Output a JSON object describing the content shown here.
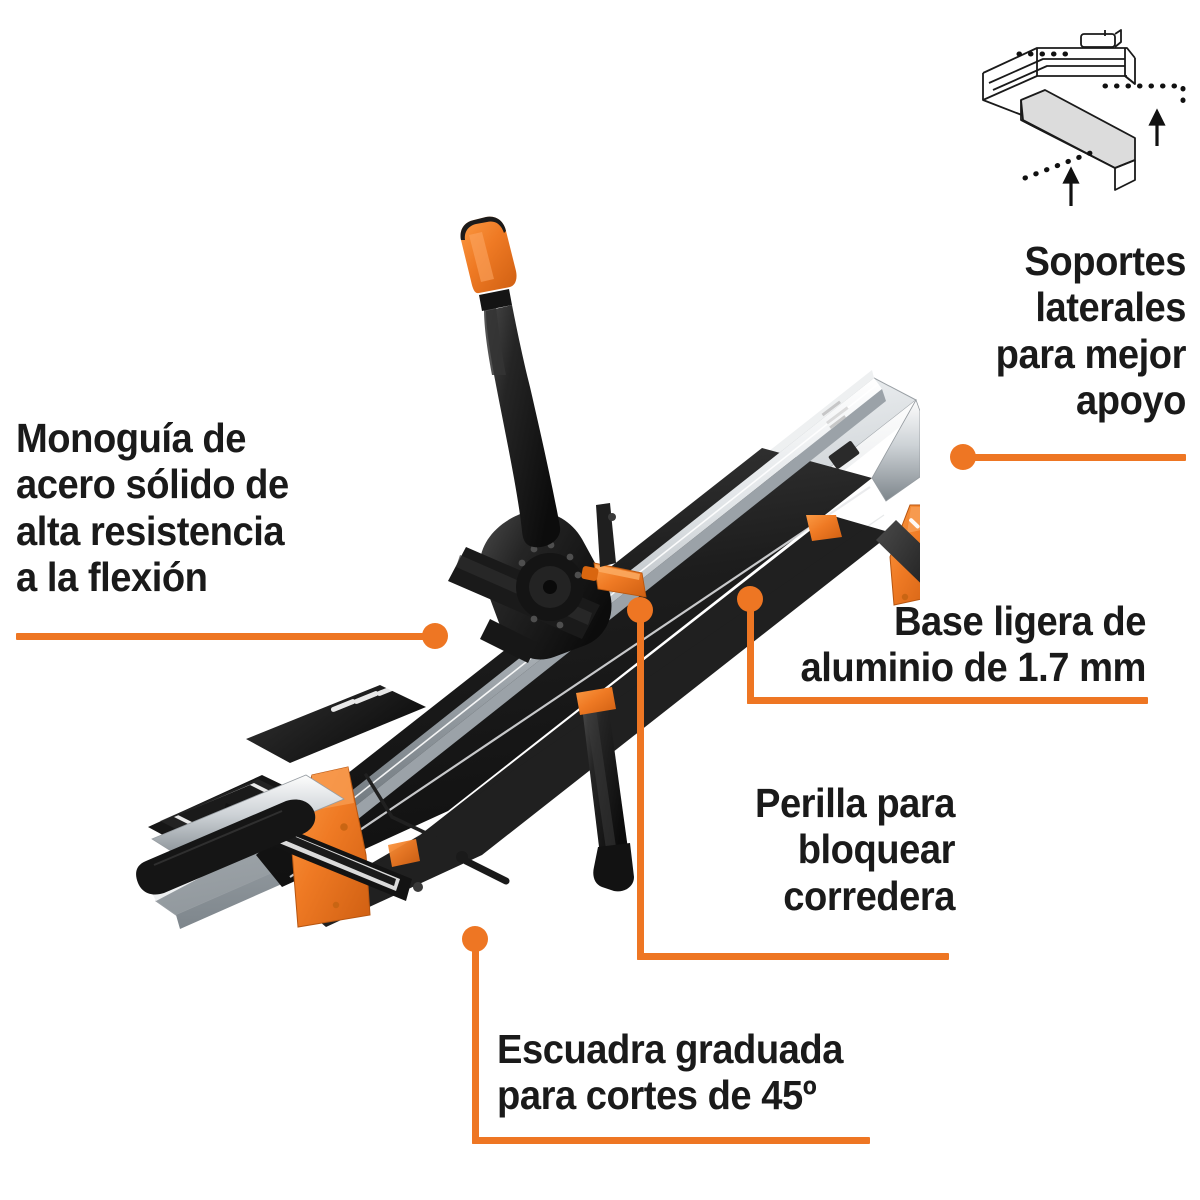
{
  "product": {
    "name": "tile-cutter",
    "description": "Cortador de ceramica manual con monoguia de acero",
    "colors": {
      "accent_orange": "#ee7623",
      "body_black": "#1c1c1c",
      "rail_silver": "#c9cdd0",
      "text_black": "#1a1a1a",
      "background": "#ffffff"
    }
  },
  "callouts": [
    {
      "id": "monoguia",
      "text": "Monoguía de\nacero sólido de\nalta resistencia\na la flexión",
      "align": "left",
      "leader": "horizontal-right-dot"
    },
    {
      "id": "soportes-laterales",
      "text": "Soportes\nlaterales\npara mejor\napoyo",
      "align": "right",
      "leader": "horizontal-left-dot"
    },
    {
      "id": "base-aluminio",
      "text": "Base ligera de\naluminio de 1.7 mm",
      "align": "right",
      "leader": "elbow-top-left-dot"
    },
    {
      "id": "perilla-corredera",
      "text": "Perilla para\nbloquear\ncorredera",
      "align": "right",
      "leader": "elbow-top-left-dot"
    },
    {
      "id": "escuadra-45",
      "text": "Escuadra graduada\npara cortes de 45º",
      "align": "left",
      "leader": "elbow-top-left-dot"
    }
  ],
  "inset": {
    "id": "soportes-laterales-diagram",
    "style": "technical-line-drawing",
    "arrows": 2,
    "description": "Vista en detalle de los soportes laterales extendidos"
  }
}
